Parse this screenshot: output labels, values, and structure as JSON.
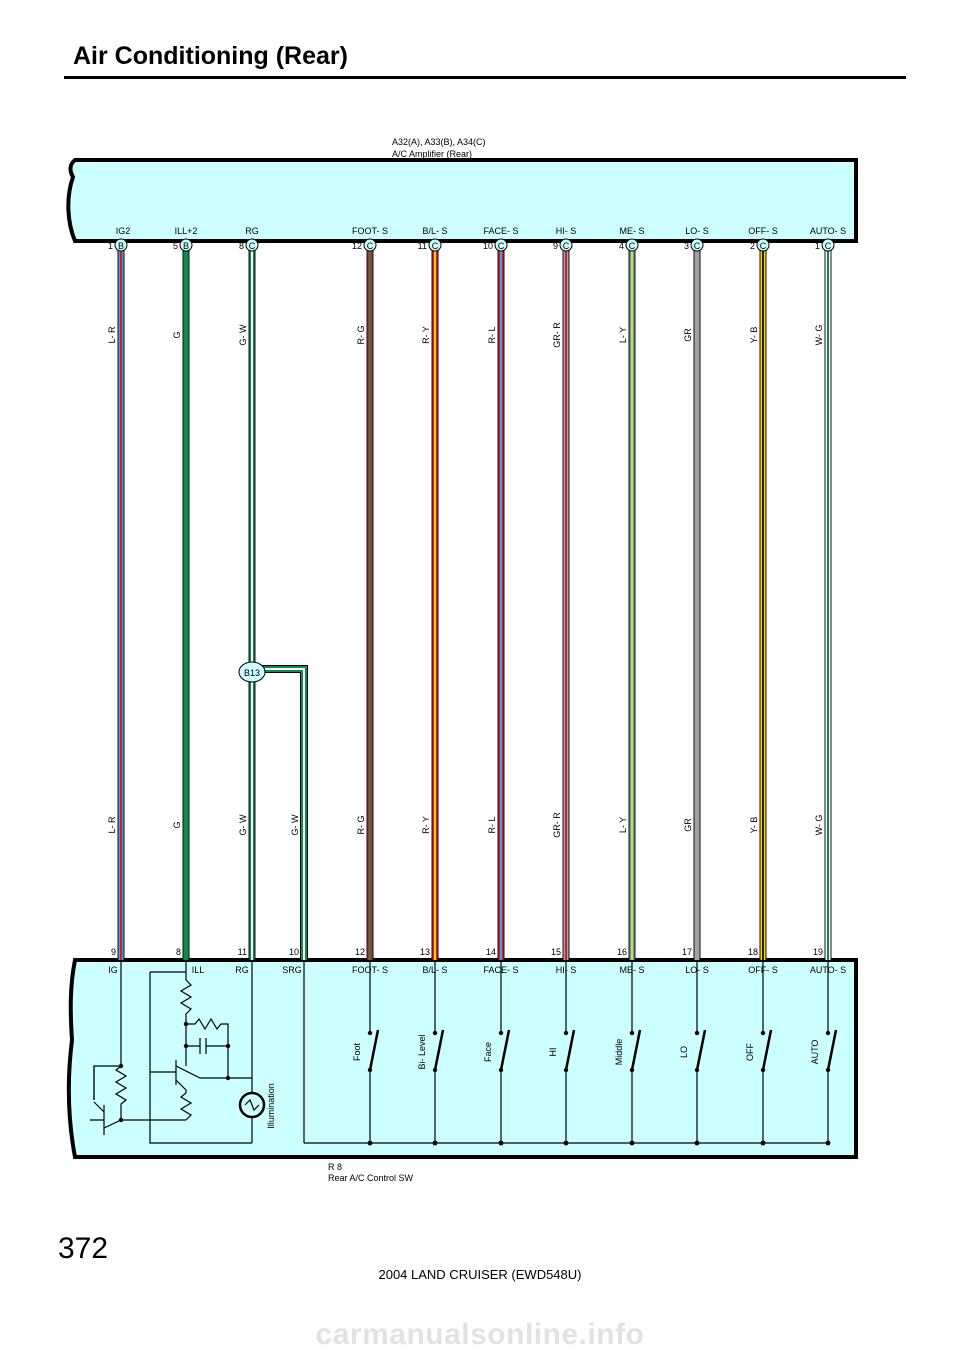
{
  "page": {
    "title": "Air Conditioning (Rear)",
    "page_number": "372",
    "footer": "2004 LAND CRUISER (EWD548U)",
    "watermark": "carmanualsonline.info"
  },
  "amplifier": {
    "id_line": "A32(A), A33(B), A34(C)",
    "name": "A/C Amplifier (Rear)",
    "fill": "#ccffff"
  },
  "control_sw": {
    "id": "R 8",
    "name": "Rear A/C Control SW",
    "fill": "#ccffff"
  },
  "junction": {
    "label": "B13"
  },
  "wires": [
    {
      "id": "ig2",
      "amp_term": "IG2",
      "amp_pin": "1",
      "connector": "B",
      "code_top": "L- R",
      "code_bottom": "L- R",
      "sw_pin": "9",
      "sw_term": "IG",
      "colors": [
        "#3fa2dd",
        "#cc2026"
      ]
    },
    {
      "id": "ill",
      "amp_term": "ILL+2",
      "amp_pin": "5",
      "connector": "B",
      "code_top": "G",
      "code_bottom": "G",
      "sw_pin": "8",
      "sw_term": "ILL",
      "colors": [
        "#0d8c4e"
      ]
    },
    {
      "id": "rg",
      "amp_term": "RG",
      "amp_pin": "8",
      "connector": "C",
      "code_top": "G- W",
      "code_bottom": "G- W",
      "sw_pin": "11",
      "sw_term": "RG",
      "colors": [
        "#0d8c4e",
        "#ffffff"
      ]
    },
    {
      "id": "srg",
      "amp_term": "",
      "amp_pin": "",
      "connector": "",
      "code_top": "",
      "code_bottom": "G- W",
      "sw_pin": "10",
      "sw_term": "SRG",
      "colors": [
        "#0d8c4e",
        "#ffffff"
      ]
    },
    {
      "id": "foot",
      "amp_term": "FOOT- S",
      "amp_pin": "12",
      "connector": "C",
      "code_top": "R- G",
      "code_bottom": "R- G",
      "sw_pin": "12",
      "sw_term": "FOOT- S",
      "colors": [
        "#d0202f",
        "#0d8c4e"
      ],
      "sw_label": "Foot"
    },
    {
      "id": "bl",
      "amp_term": "B/L- S",
      "amp_pin": "11",
      "connector": "C",
      "code_top": "R- Y",
      "code_bottom": "R- Y",
      "sw_pin": "13",
      "sw_term": "B/L- S",
      "colors": [
        "#d0202f",
        "#ffd200"
      ],
      "sw_label": "Bi- Level"
    },
    {
      "id": "face",
      "amp_term": "FACE- S",
      "amp_pin": "10",
      "connector": "C",
      "code_top": "R- L",
      "code_bottom": "R- L",
      "sw_pin": "14",
      "sw_term": "FACE- S",
      "colors": [
        "#d0202f",
        "#3fa2dd"
      ],
      "sw_label": "Face"
    },
    {
      "id": "hi",
      "amp_term": "HI- S",
      "amp_pin": "9",
      "connector": "C",
      "code_top": "GR- R",
      "code_bottom": "GR- R",
      "sw_pin": "15",
      "sw_term": "HI- S",
      "colors": [
        "#a3a3a3",
        "#d0202f"
      ],
      "sw_label": "HI"
    },
    {
      "id": "me",
      "amp_term": "ME- S",
      "amp_pin": "4",
      "connector": "C",
      "code_top": "L- Y",
      "code_bottom": "L- Y",
      "sw_pin": "16",
      "sw_term": "ME- S",
      "colors": [
        "#3fa2dd",
        "#ffd200"
      ],
      "sw_label": "Middle"
    },
    {
      "id": "lo",
      "amp_term": "LO- S",
      "amp_pin": "3",
      "connector": "C",
      "code_top": "GR",
      "code_bottom": "GR",
      "sw_pin": "17",
      "sw_term": "LO- S",
      "colors": [
        "#a3a3a3"
      ],
      "sw_label": "LO"
    },
    {
      "id": "off",
      "amp_term": "OFF- S",
      "amp_pin": "2",
      "connector": "C",
      "code_top": "Y- B",
      "code_bottom": "Y- B",
      "sw_pin": "18",
      "sw_term": "OFF- S",
      "colors": [
        "#ffd200",
        "#222222"
      ],
      "sw_label": "OFF"
    },
    {
      "id": "auto",
      "amp_term": "AUTO- S",
      "amp_pin": "1",
      "connector": "C",
      "code_top": "W- G",
      "code_bottom": "W- G",
      "sw_pin": "19",
      "sw_term": "AUTO- S",
      "colors": [
        "#ffffff",
        "#0d8c4e"
      ],
      "sw_label": "AUTO"
    }
  ],
  "illumination_label": "Illumination"
}
